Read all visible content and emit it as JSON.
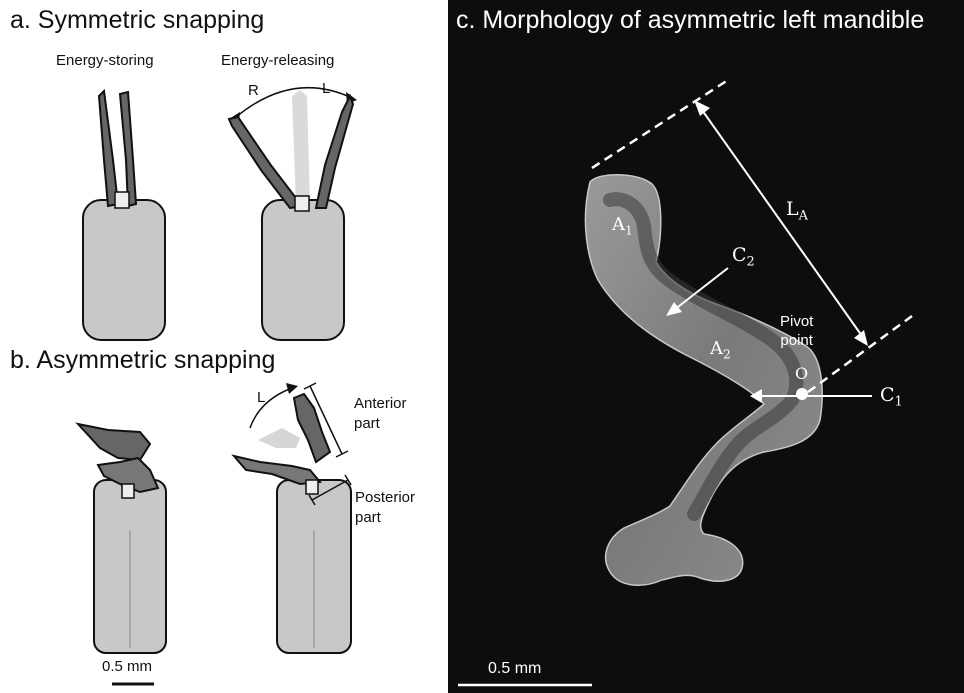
{
  "panel_a": {
    "title": "a. Symmetric snapping",
    "label_storing": "Energy-storing",
    "label_releasing": "Energy-releasing",
    "label_r": "R",
    "label_l": "L"
  },
  "panel_b": {
    "title": "b. Asymmetric snapping",
    "label_l": "L",
    "label_anterior": "Anterior\npart",
    "label_posterior": "Posterior\npart",
    "scale": "0.5 mm"
  },
  "panel_c": {
    "title": "c. Morphology of asymmetric left mandible",
    "label_la_main": "L",
    "label_la_sub": "A",
    "label_a1_main": "A",
    "label_a1_sub": "1",
    "label_a2_main": "A",
    "label_a2_sub": "2",
    "label_c1_main": "C",
    "label_c1_sub": "1",
    "label_c2_main": "C",
    "label_c2_sub": "2",
    "label_pivot": "Pivot\npoint",
    "label_o": "O",
    "scale": "0.5 mm"
  },
  "colors": {
    "head_fill": "#c8c8c8",
    "mandible_dark": "#666666",
    "mandible_light": "#d6d6d6",
    "dark_background": "#0d0d0d"
  }
}
